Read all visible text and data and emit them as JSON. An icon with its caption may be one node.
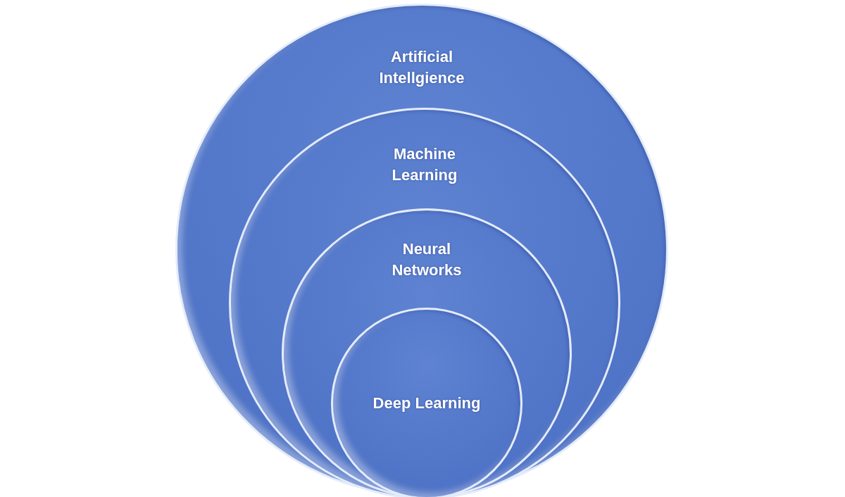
{
  "diagram": {
    "nodes": [
      {
        "text": [
          "Artificial Intellgience"
        ]
      },
      {
        "text": [
          "Machine Learning"
        ],
        "in": 0
      },
      {
        "text": [
          "Neural Networks"
        ],
        "in": 1
      },
      {
        "text": [
          "Deep Learning"
        ],
        "in": 2
      }
    ]
  }
}
